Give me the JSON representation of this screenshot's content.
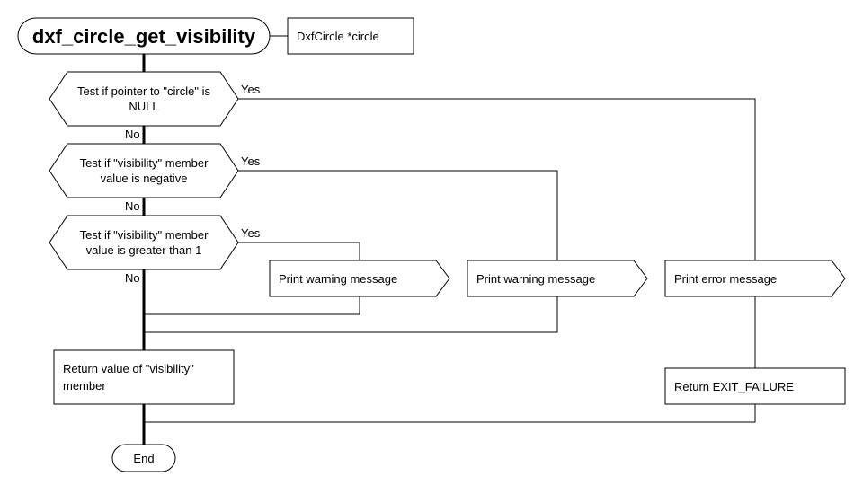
{
  "diagram": {
    "title": "dxf_circle_get_visibility",
    "parameter": "DxfCircle *circle",
    "decisions": [
      {
        "lines": [
          "Test if pointer to \"circle\" is",
          "NULL"
        ],
        "yes": "Yes",
        "no": "No"
      },
      {
        "lines": [
          "Test if \"visibility\" member",
          "value is negative"
        ],
        "yes": "Yes",
        "no": "No"
      },
      {
        "lines": [
          "Test if \"visibility\" member",
          "value is greater than 1"
        ],
        "yes": "Yes",
        "no": "No"
      }
    ],
    "actions": {
      "warning_1": "Print warning message",
      "warning_2": "Print warning message",
      "error": "Print error message",
      "return_visibility": [
        "Return value of \"visibility\"",
        "member"
      ],
      "return_failure": "Return EXIT_FAILURE"
    },
    "end": "End"
  }
}
